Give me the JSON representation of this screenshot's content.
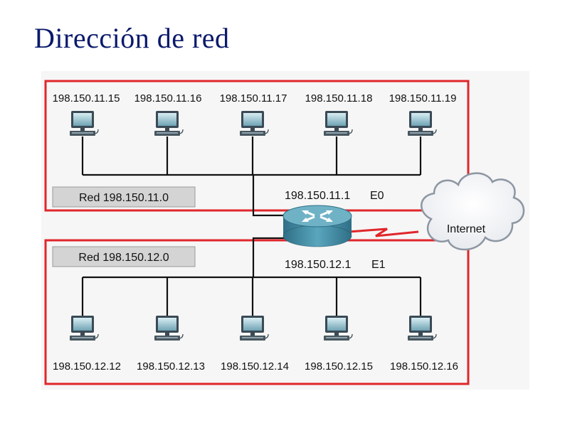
{
  "title": "Dirección de red",
  "top_network": {
    "label": "Red 198.150.11.0",
    "hosts": [
      "198.150.11.15",
      "198.150.11.16",
      "198.150.11.17",
      "198.150.11.18",
      "198.150.11.19"
    ]
  },
  "bottom_network": {
    "label": "Red 198.150.12.0",
    "hosts": [
      "198.150.12.12",
      "198.150.12.13",
      "198.150.12.14",
      "198.150.12.15",
      "198.150.12.16"
    ]
  },
  "router": {
    "e0": {
      "ip": "198.150.11.1",
      "name": "E0"
    },
    "e1": {
      "ip": "198.150.12.1",
      "name": "E1"
    }
  },
  "cloud": {
    "label": "Internet"
  },
  "colors": {
    "title": "#0a1a6b",
    "border": "#e0262b",
    "wire": "#111111",
    "serial_link": "#e0262b",
    "router": "#3f8fa6",
    "label_box": "#d4d4d4"
  },
  "icons": {
    "host": "computer-icon",
    "router": "router-icon",
    "cloud": "cloud-icon"
  }
}
